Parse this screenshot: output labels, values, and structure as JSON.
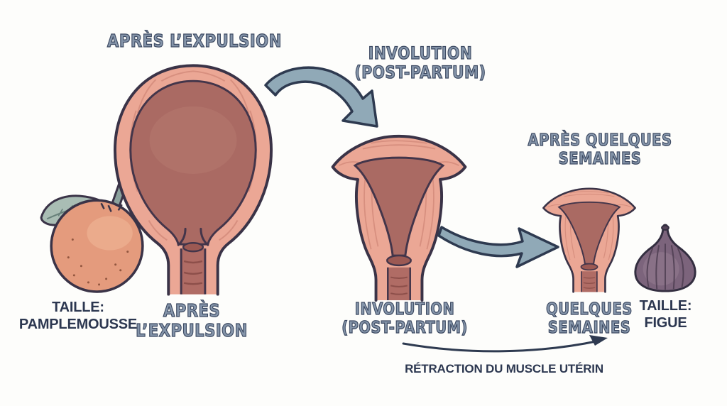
{
  "stage1": {
    "heading": "APRÈS L’EXPULSION",
    "caption_line1": "APRÈS",
    "caption_line2": "L’EXPULSION"
  },
  "stage2": {
    "heading_line1": "INVOLUTION",
    "heading_line2": "(POST-PARTUM)",
    "caption_line1": "INVOLUTION",
    "caption_line2": "(POST-PARTUM)"
  },
  "stage3": {
    "heading_line1": "APRÈS QUELQUES",
    "heading_line2": "SEMAINES",
    "caption_line1": "QUELQUES",
    "caption_line2": "SEMAINES"
  },
  "size_references": {
    "grapefruit_line1": "TAILLE:",
    "grapefruit_line2": "PAMPLEMOUSSE",
    "fig_line1": "TAILLE:",
    "fig_line2": "FIGUE"
  },
  "bottom_annotation": "RÉTRACTION DU MUSCLE UTÉRIN",
  "colors": {
    "background": "#fdfdfb",
    "heading_fill": "#8595aa",
    "heading_outline": "#3e4b63",
    "caption_text": "#2c3750",
    "arrow_fill": "#90a9b7",
    "arrow_outline": "#2e3a50",
    "thin_arrow": "#2e3a50",
    "uterus_wall": "#eba795",
    "uterus_cavity": "#aa6a63",
    "uterus_canal": "#b06c65",
    "dark_outline": "#3a3347",
    "grapefruit_body": "#e49b7d",
    "leaf_green": "#a9bdb4",
    "stem_green": "#8ba29d",
    "fig_body": "#7c647c"
  }
}
